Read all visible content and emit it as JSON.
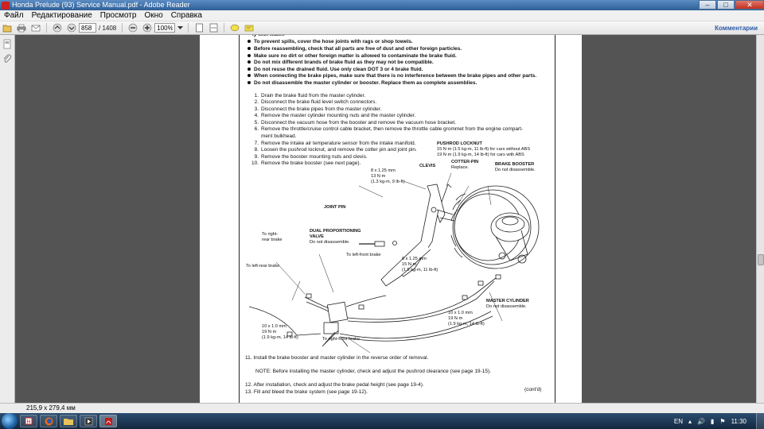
{
  "window": {
    "title": "Honda Prelude (93) Service Manual.pdf - Adobe Reader",
    "minimize": "–",
    "maximize": "□",
    "close": "✕"
  },
  "menu": [
    "Файл",
    "Редактирование",
    "Просмотр",
    "Окно",
    "Справка"
  ],
  "toolbar": {
    "page_value": "858",
    "page_total": "/ 1408",
    "zoom_value": "100%",
    "comments_label": "Комментарии"
  },
  "document": {
    "bullets": [
      "To prevent spills, cover the hose joints with rags or shop towels.",
      "Before reassembling, check that all parts are free of dust and other foreign particles.",
      "Make sure no dirt or other foreign matter is allowed to contaminate the brake fluid.",
      "Do not mix different brands of brake fluid as they may not be compatible.",
      "Do not reuse the drained fluid. Use only clean DOT 3 or 4 brake fluid.",
      "When connecting the brake pipes, make sure that there is no interference between the brake pipes and other parts.",
      "Do not disassemble the master cylinder or booster. Replace them as complete assemblies."
    ],
    "steps": [
      {
        "n": "1.",
        "text": "Drain the brake fluid from the master cylinder."
      },
      {
        "n": "2.",
        "text": "Disconnect the brake fluid level switch connectors."
      },
      {
        "n": "3.",
        "text": "Disconnect the brake pipes from the master cylinder."
      },
      {
        "n": "4.",
        "text": "Remove the master cylinder mounting nuts and the master cylinder."
      },
      {
        "n": "5.",
        "text": "Disconnect the vacuum hose from the booster and remove the vacuum hose bracket."
      },
      {
        "n": "6.",
        "text": "Remove the throttle/cruise control cable bracket, then remove the throttle cable grommet from the engine compart-"
      },
      {
        "n": "",
        "text": "ment bulkhead."
      },
      {
        "n": "7.",
        "text": "Remove the intake air temperature sensor from the intake manifold."
      },
      {
        "n": "8.",
        "text": "Loosen the pushrod locknut, and remove the cotter pin and joint pin."
      },
      {
        "n": "9.",
        "text": "Remove the booster mounting nuts and clevis."
      },
      {
        "n": "10.",
        "text": "Remove the brake booster (see next page)."
      }
    ],
    "labels": {
      "pushrod_locknut": "PUSHROD LOCKNUT",
      "pushrod_torque1": "15 N·m (1.5 kg-m, 11 lb-ft) for cars without ABS",
      "pushrod_torque2": "19 N·m (1.9 kg-m, 14 lb-ft) for cars with ABS",
      "clevis": "CLEVIS",
      "cotter_pin": "COTTER-PIN",
      "cotter_pin_note": "Replace.",
      "brake_booster": "BRAKE BOOSTER",
      "brake_booster_note": "Do not disassemble.",
      "clevis_bolt1": "8 x 1.25 mm",
      "clevis_bolt2": "13 N·m",
      "clevis_bolt3": "(1.3 kg-m, 9 lb-ft)",
      "joint_pin": "JOINT PIN",
      "to_right_rear": "To right-",
      "to_right_rear2": "rear brake",
      "dual_valve": "DUAL PROPORTIONING",
      "dual_valve2": "VALVE",
      "dual_valve_note": "Do not disassemble.",
      "to_left_front": "To left-front brake",
      "to_left_rear": "To left-rear brake",
      "mc_nut1": "8 x 1.25 mm",
      "mc_nut2": "15 N·m",
      "mc_nut3": "(1.5 kg-m, 11 lb-ft)",
      "pipe_a1": "10 x 1.0 mm",
      "pipe_a2": "19 N·m",
      "pipe_a3": "(1.9 kg-m, 14 lb-ft)",
      "to_right_front": "To right-front brake",
      "pipe_b1": "10 x 1.0 mm",
      "pipe_b2": "19 N·m",
      "pipe_b3": "(1.9 kg-m, 14 lb-ft)",
      "master_cylinder": "MASTER CYLINDER",
      "master_cylinder_note": "Do not disassemble."
    },
    "step11": "11. Install the brake booster and master cylinder in the reverse order of removal.",
    "note": "NOTE:  Before installing the master cylinder, check and adjust the pushrod clearance (see page 19-15).",
    "step12": "12. After installation, check and adjust the brake pedal height (see page 19-4).",
    "step13": "13. Fill and bleed the brake system (see page 19-12).",
    "contd": "(cont'd)"
  },
  "statusbar": {
    "page_size": "215,9 x 279,4 мм"
  },
  "taskbar": {
    "lang": "EN",
    "time": "11:30"
  }
}
